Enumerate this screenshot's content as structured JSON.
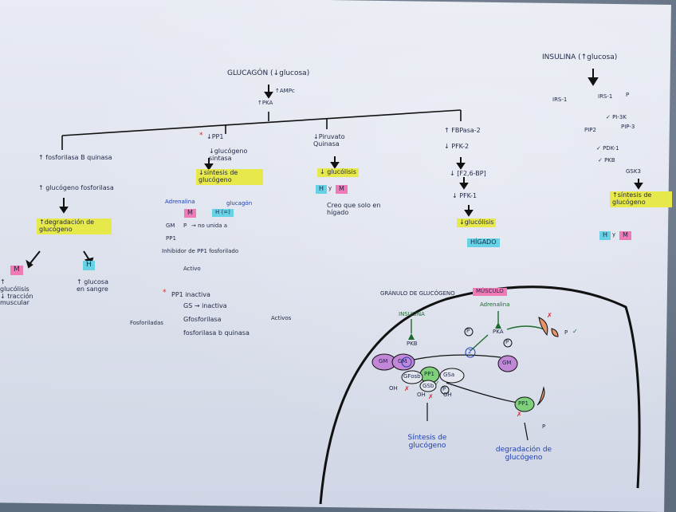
{
  "glucagon": {
    "title": "GLUCAGÓN (↓glucosa)",
    "ampc": "↑AMPc",
    "pka": "↑PKA"
  },
  "insulina": {
    "title": "INSULINA (↑glucosa)",
    "irs1_left": "IRS-1",
    "irs1_right": "IRS-1",
    "p_circle": "P",
    "pi3k": "✓ PI-3K",
    "pip2": "PIP2",
    "pip3": "PIP-3",
    "pdk1": "✓ PDK-1",
    "pkb": "✓ PKB",
    "gsk3": "GSK3",
    "sintesis": "↑síntesis de glucógeno",
    "tissues": [
      "H",
      "M"
    ],
    "tissue_sep": "y"
  },
  "col1": {
    "line1": "↑ fosforilasa B quinasa",
    "line2": "↑ glucógeno fosforilasa",
    "degradacion": "↑degradación de glucógeno",
    "m_label": "M",
    "h_label": "H",
    "m_effect": "↑ glucólisis ↓ tracción muscular",
    "h_effect": "↑ glucosa en sangre"
  },
  "col2": {
    "pp1": "↓PP1",
    "asterisk": "*",
    "gs": "↓glucógeno sintasa",
    "sintesis": "↓síntesis de glucógeno",
    "adrenalina": "Adrenalina",
    "glucagon": "glucagón",
    "m_box": "M",
    "h_box": "H (=)",
    "gm_label": "GM",
    "p_label": "P",
    "no_unida": "→ no unida a",
    "pp1_label": "PP1",
    "inhibidor": "Inhibidor de PP1 fosforilado",
    "activo": "Activo",
    "pp1_inactiva": "PP1 inactiva",
    "fosforiladas": "Fosforiladas",
    "gs_inactiva": "GS → inactiva",
    "gfosforilasa": "Gfosforilasa",
    "fosforilasab": "fosforilasa b quinasa",
    "activos": "Activos"
  },
  "col3": {
    "piruvato": "↓Piruvato Quinasa",
    "glucolisis": "↓ glucólisis",
    "tissues": [
      "H",
      "M"
    ],
    "tissue_sep": "y",
    "creo_que": "Creo que solo en hígado"
  },
  "col4": {
    "fbpasa": "↑ FBPasa-2",
    "pfk2": "↓ PFK-2",
    "f26bp": "↓ [F2,6-BP]",
    "pfk1": "↓ PFK-1",
    "glucolisis": "↓glucólisis",
    "higado": "HÍGADO"
  },
  "granulo": {
    "title": "GRÁNULO DE GLUCÓGENO",
    "musculo": "MÚSCULO",
    "insulina": "INSULINA",
    "pkb": "PKB",
    "adrenalina": "Adrenalina",
    "pka": "PKA",
    "gm": "GM",
    "pp1": "PP1",
    "gsa": "GSa",
    "gsb": "GSb",
    "gfosb": "GFosb",
    "p": "P",
    "oh": "OH",
    "num1": "1",
    "num2": "2",
    "x_mark": "✗",
    "check": "✓",
    "sintesis": "Síntesis de glucógeno",
    "degradacion": "degradación de glucógeno"
  }
}
